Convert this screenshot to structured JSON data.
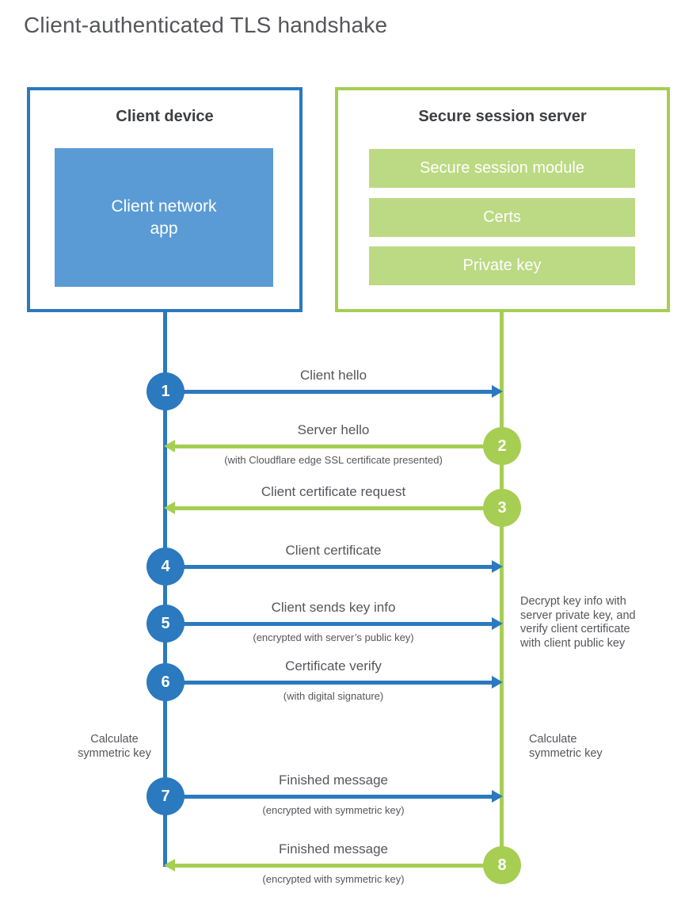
{
  "title": "Client-authenticated TLS handshake",
  "colors": {
    "blue": "#2B79BE",
    "blue_fill": "#5B9BD5",
    "green": "#A6CE53",
    "green_fill": "#BCD983",
    "text": "#55565A",
    "heading": "#3E3F42"
  },
  "client": {
    "title": "Client device",
    "app": "Client network\napp"
  },
  "server": {
    "title": "Secure session server",
    "modules": [
      "Secure session module",
      "Certs",
      "Private key"
    ]
  },
  "steps": [
    {
      "num": "1",
      "direction": "client-to-server",
      "label": "Client hello",
      "sub": ""
    },
    {
      "num": "2",
      "direction": "server-to-client",
      "label": "Server hello",
      "sub": "(with Cloudflare edge SSL certificate presented)"
    },
    {
      "num": "3",
      "direction": "server-to-client",
      "label": "Client certificate request",
      "sub": ""
    },
    {
      "num": "4",
      "direction": "client-to-server",
      "label": "Client certificate",
      "sub": ""
    },
    {
      "num": "5",
      "direction": "client-to-server",
      "label": "Client sends key info",
      "sub": "(encrypted with server’s public key)"
    },
    {
      "num": "6",
      "direction": "client-to-server",
      "label": "Certificate verify",
      "sub": "(with digital signature)"
    },
    {
      "num": "7",
      "direction": "client-to-server",
      "label": "Finished message",
      "sub": "(encrypted with symmetric key)"
    },
    {
      "num": "8",
      "direction": "server-to-client",
      "label": "Finished message",
      "sub": "(encrypted with symmetric key)"
    }
  ],
  "notes": {
    "decrypt": "Decrypt key info with\nserver private key, and\nverify client certificate\nwith client public key",
    "calc_left": "Calculate\nsymmetric key",
    "calc_right": "Calculate\nsymmetric key"
  }
}
